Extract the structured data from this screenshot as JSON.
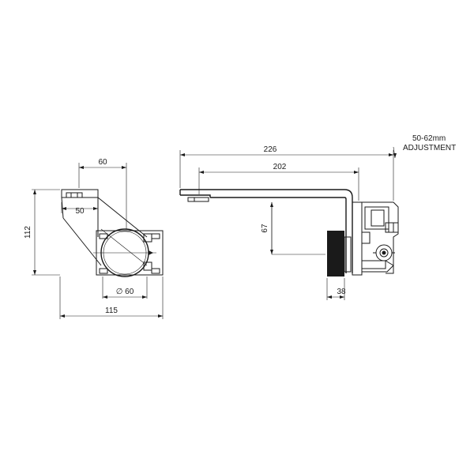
{
  "dimensions": {
    "left_view": {
      "width_top": "60",
      "inner_width": "50",
      "height": "112",
      "diameter": "∅ 60",
      "total_width": "115"
    },
    "right_view": {
      "overall_length": "226",
      "spout_length": "202",
      "drop": "67",
      "handle_depth": "38",
      "adjustment_range": "50-62mm",
      "adjustment_label": "ADJUSTMENT"
    }
  },
  "colors": {
    "line": "#1a1a1a",
    "background": "#ffffff"
  }
}
